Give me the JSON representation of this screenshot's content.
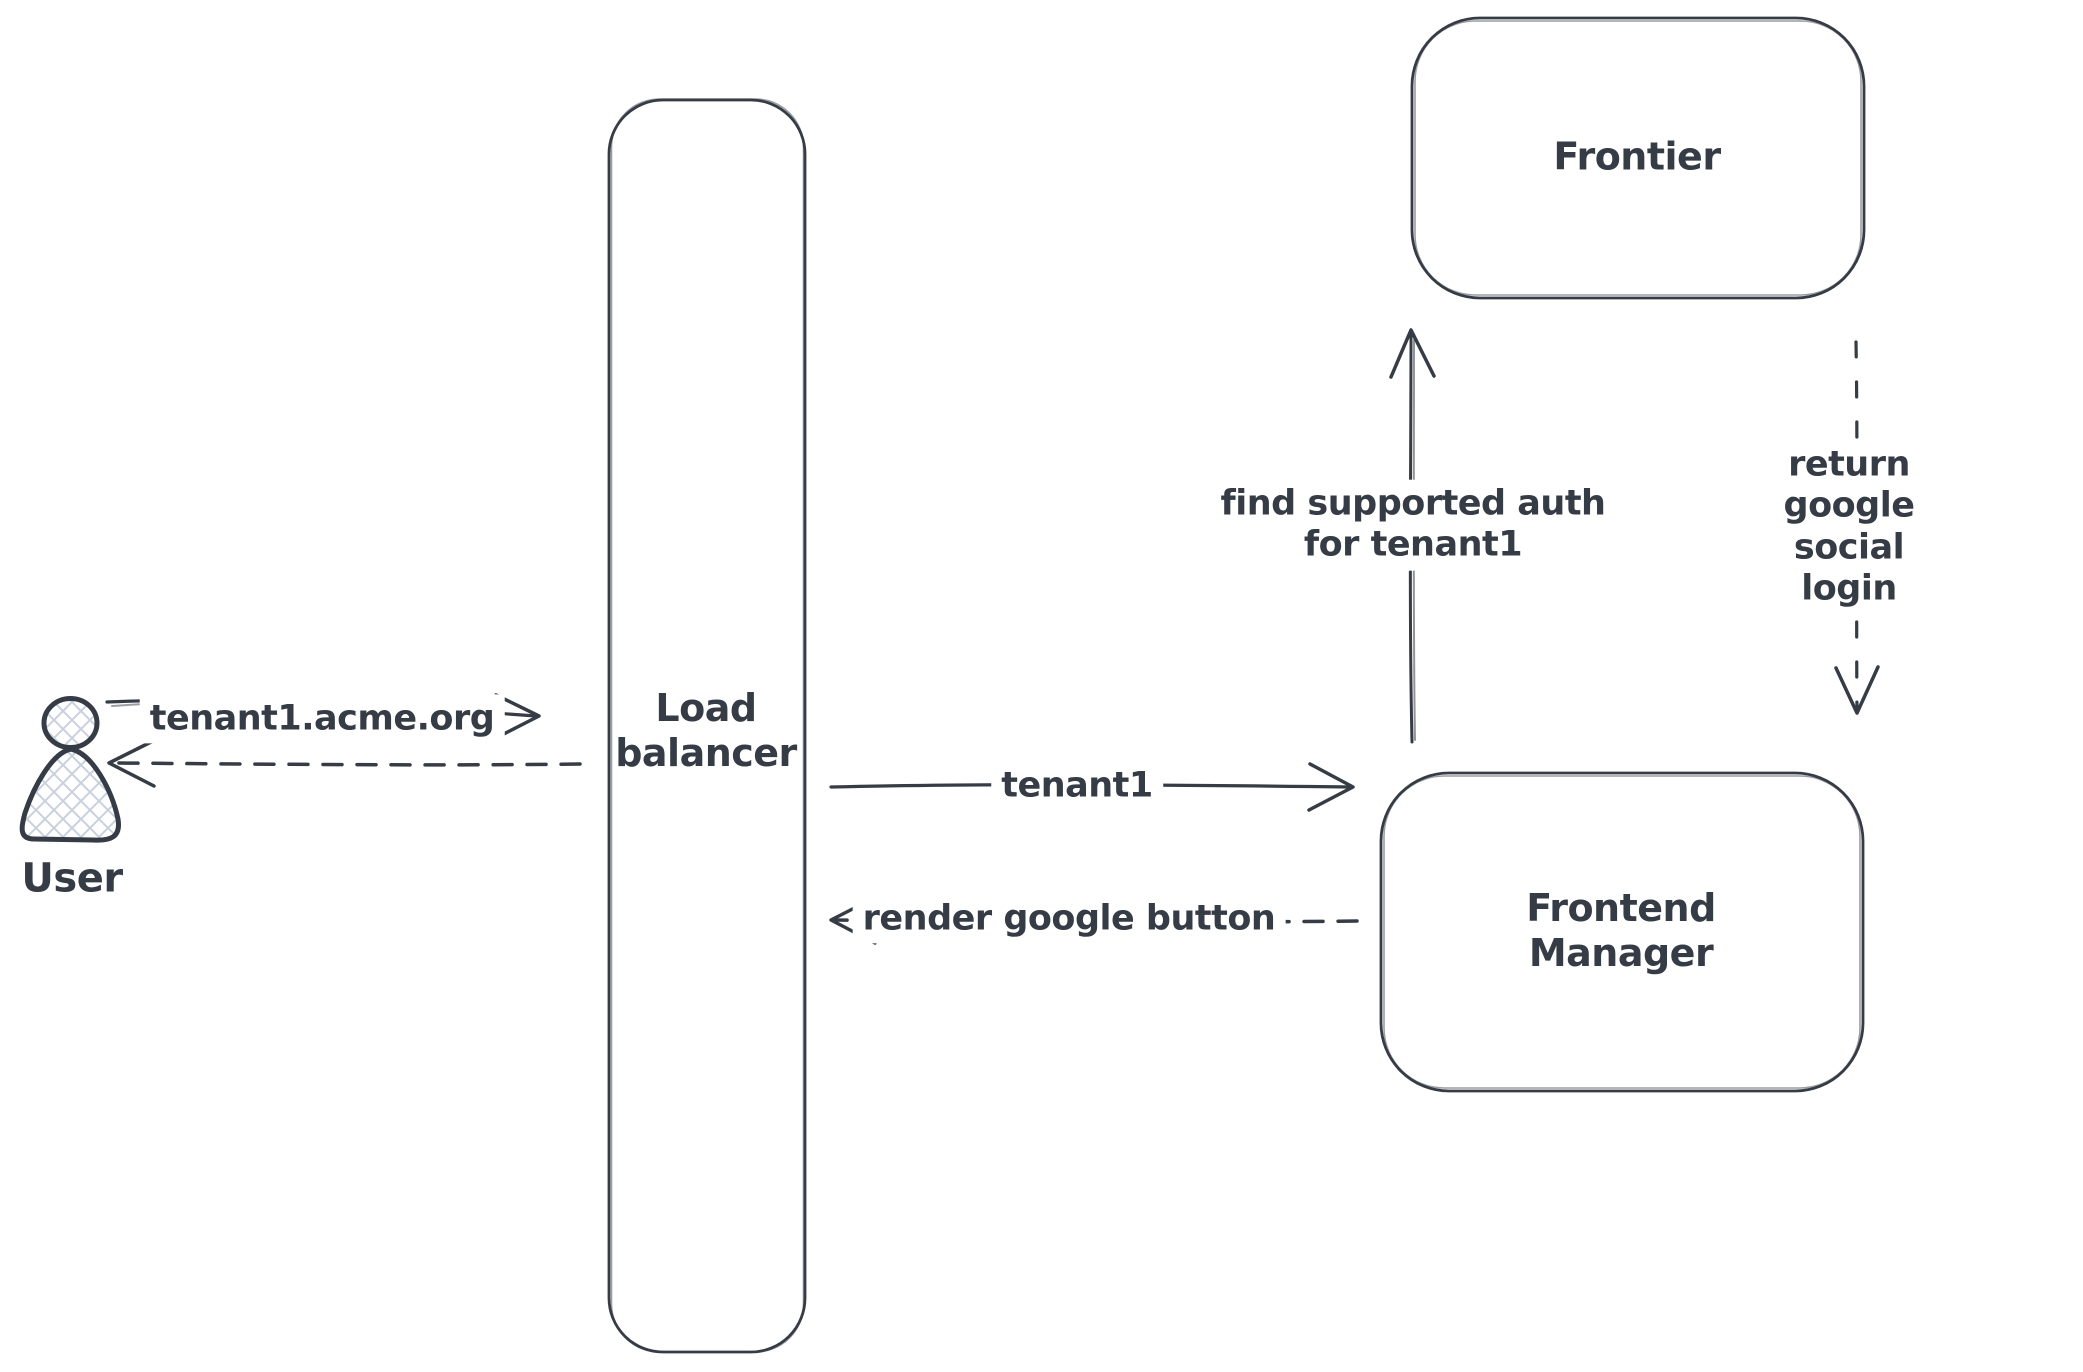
{
  "diagram": {
    "background_color": "#ffffff",
    "stroke_color": "#363c45",
    "user_hatch_color": "#c9d1dd",
    "user": {
      "label": "User"
    },
    "nodes": {
      "load_balancer": {
        "label": "Load\nbalancer"
      },
      "frontier": {
        "label": "Frontier"
      },
      "frontend_manager": {
        "label": "Frontend\nManager"
      }
    },
    "edges": {
      "user_to_load_balancer": {
        "label": "tenant1.acme.org",
        "line": "solid",
        "arrow": "right"
      },
      "load_balancer_to_user": {
        "label": "",
        "line": "dashed",
        "arrow": "left"
      },
      "load_balancer_to_frontend_manager": {
        "label": "tenant1",
        "line": "solid",
        "arrow": "right"
      },
      "frontend_manager_to_load_balancer": {
        "label": "render google button",
        "line": "dashed",
        "arrow": "left"
      },
      "frontend_manager_to_frontier": {
        "label": "find supported auth\nfor tenant1",
        "line": "solid",
        "arrow": "up"
      },
      "frontier_to_frontend_manager": {
        "label": "return google social\nlogin",
        "line": "dashed",
        "arrow": "down"
      }
    }
  }
}
